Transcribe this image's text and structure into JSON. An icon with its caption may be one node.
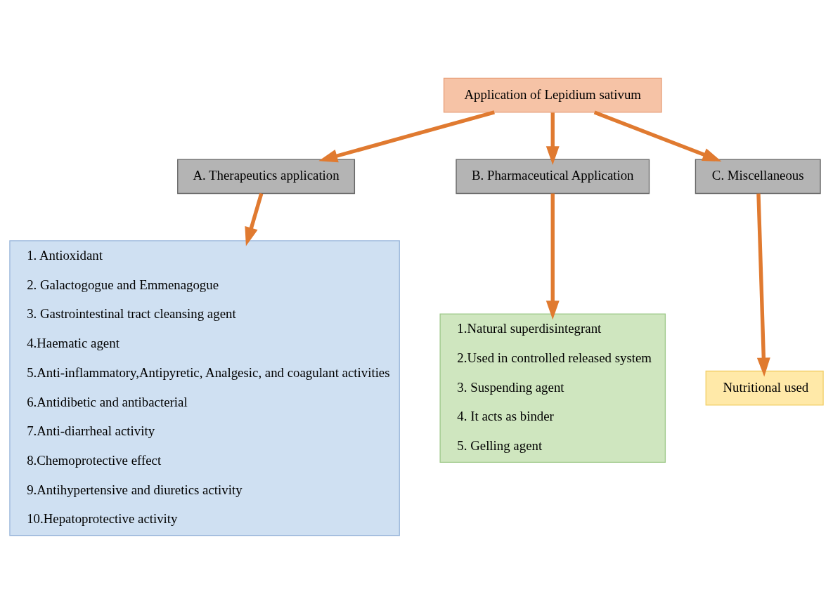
{
  "diagram": {
    "nodes": [
      {
        "text": [
          "Application of Lepidium sativum"
        ]
      },
      {
        "text": [
          "A. Therapeutics application"
        ]
      },
      {
        "text": [
          "B. Pharmaceutical Application"
        ]
      },
      {
        "text": [
          "C. Miscellaneous"
        ]
      },
      {
        "text": [
          "1. Antioxidant",
          "2. Galactogogue and Emmenagogue",
          "3. Gastrointestinal tract cleansing agent",
          "4.Haematic agent",
          "5.Anti-inflammatory,Antipyretic, Analgesic, and coagulant activities",
          "6.Antidibetic and antibacterial",
          "7.Anti-diarrheal activity",
          "8.Chemoprotective effect",
          "9.Antihypertensive and diuretics activity",
          "10.Hepatoprotective activity"
        ]
      },
      {
        "text": [
          "1.Natural superdisintegrant",
          "2.Used in controlled released system",
          "3. Suspending agent",
          "4. It acts as binder",
          "5. Gelling agent"
        ]
      },
      {
        "text": [
          "Nutritional used"
        ]
      }
    ],
    "edges": [
      {
        "from": 0,
        "to": 1,
        "arrow": "to"
      },
      {
        "from": 0,
        "to": 2,
        "arrow": "to"
      },
      {
        "from": 0,
        "to": 3,
        "arrow": "to"
      },
      {
        "from": 1,
        "to": 4,
        "arrow": "to"
      },
      {
        "from": 2,
        "to": 5,
        "arrow": "to"
      },
      {
        "from": 3,
        "to": 6,
        "arrow": "to"
      }
    ]
  }
}
